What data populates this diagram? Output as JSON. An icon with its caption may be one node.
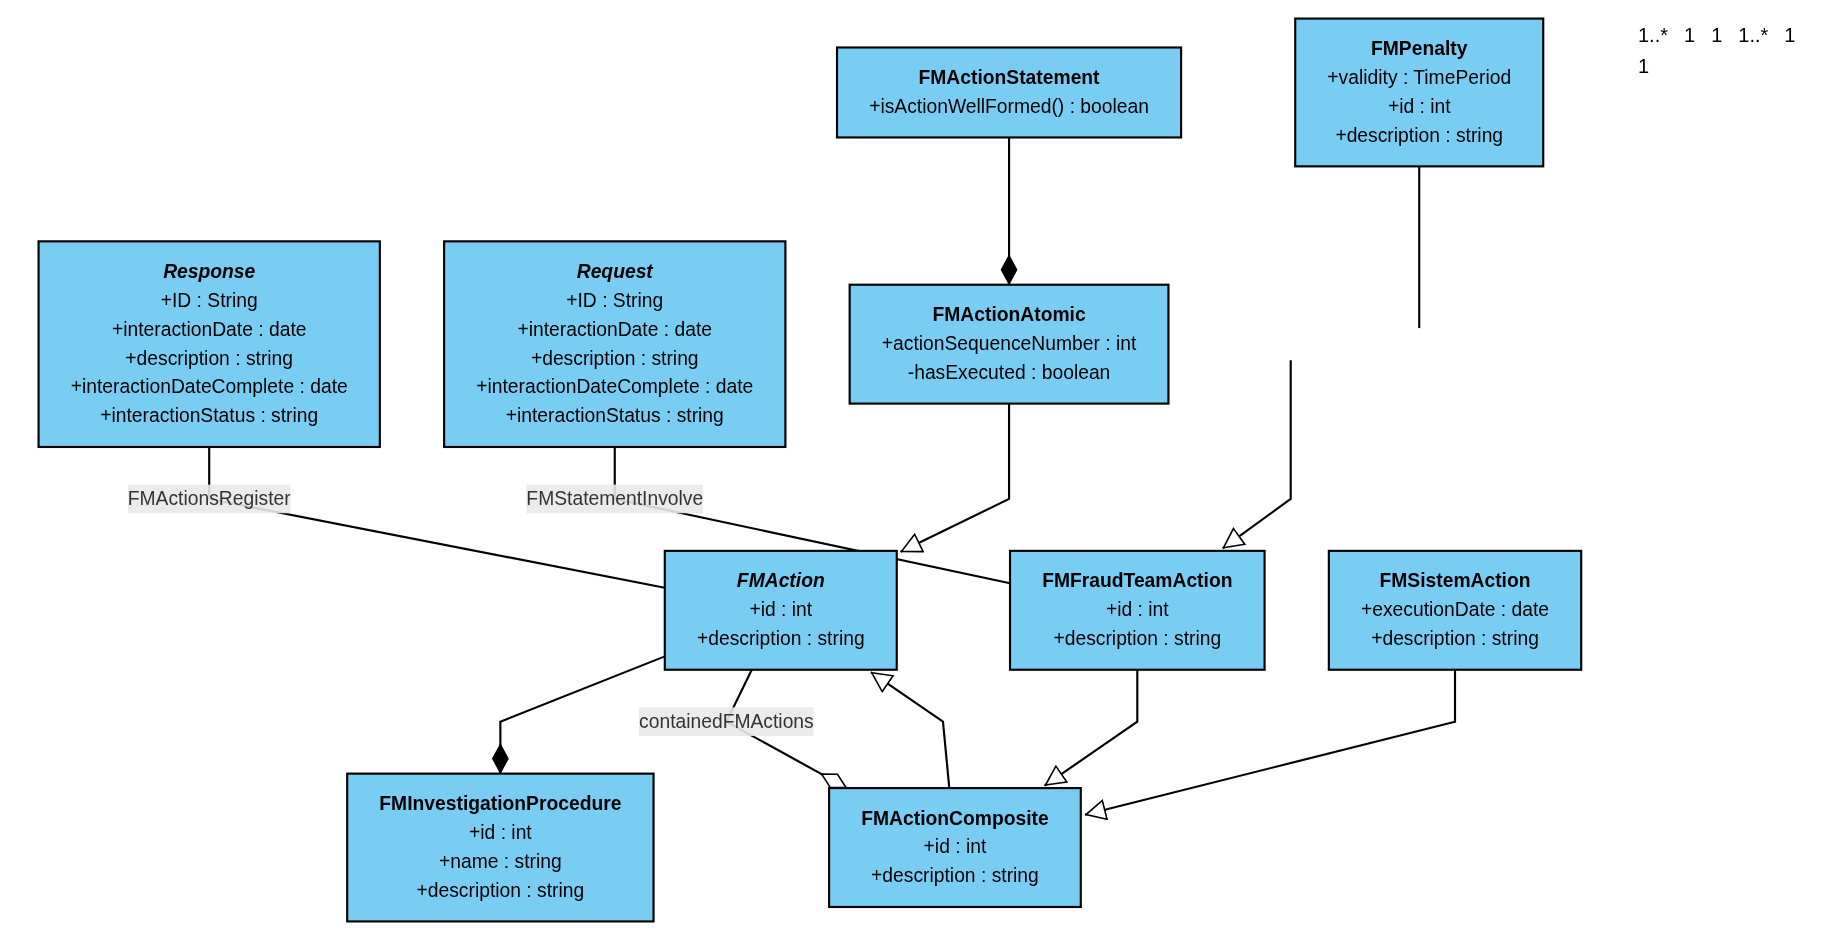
{
  "diagram": {
    "nodes": [
      {
        "text": [
          "Response",
          "+ID : String",
          "+interactionDate : date",
          "+description : string",
          "+interactionDateComplete : date",
          "+interactionStatus : string"
        ]
      },
      {
        "text": [
          "FMAction",
          "+id : int",
          "+description : string"
        ]
      },
      {
        "text": [
          "FMInvestigationProcedure",
          "+id : int",
          "+name : string",
          "+description : string"
        ]
      },
      {
        "text": [
          "Request",
          "+ID : String",
          "+interactionDate : date",
          "+description : string",
          "+interactionDateComplete : date",
          "+interactionStatus : string"
        ]
      },
      {
        "text": [
          "FMActionComposite",
          "+id : int",
          "+description : string"
        ]
      },
      {
        "text": [
          "FMActionAtomic",
          "+actionSequenceNumber : int",
          "-hasExecuted : boolean"
        ]
      },
      {
        "text": [
          "FMPenalty",
          "+validity : TimePeriod",
          "+id : int",
          "+description : string"
        ]
      },
      {
        "text": [
          "FMFraudTeamAction",
          "+id : int",
          "+description : string"
        ]
      },
      {
        "text": [
          "FMSistemAction",
          "+executionDate : date",
          "+description : string"
        ]
      },
      {
        "text": [
          "FMActionStatement",
          "+isActionWellFormed() : boolean"
        ]
      }
    ],
    "edges": [
      {
        "from": 0,
        "to": 1,
        "arrow": "none",
        "label": "FMActionsRegister"
      },
      {
        "from": 1,
        "to": 2,
        "arrow": "other"
      },
      {
        "from": 1,
        "to": 4,
        "arrow": "other",
        "label": "containedFMActions"
      },
      {
        "from": 4,
        "to": 1,
        "arrow": "to"
      },
      {
        "from": 5,
        "to": 1,
        "arrow": "to"
      },
      {
        "from": 7,
        "to": 4,
        "arrow": "to"
      },
      {
        "from": 8,
        "to": 4,
        "arrow": "to"
      },
      {
        "from": 9,
        "to": 5,
        "arrow": "other"
      },
      {
        "from": 3,
        "to": 7,
        "arrow": "none",
        "label": "FMStatementInvolve"
      },
      {
        "from": null,
        "to": 7,
        "arrow": "to"
      },
      {
        "from": 6,
        "to": null,
        "arrow": "none"
      }
    ],
    "labels": [
      "1..*",
      "1",
      "1",
      "1..*",
      "1",
      "1"
    ]
  }
}
